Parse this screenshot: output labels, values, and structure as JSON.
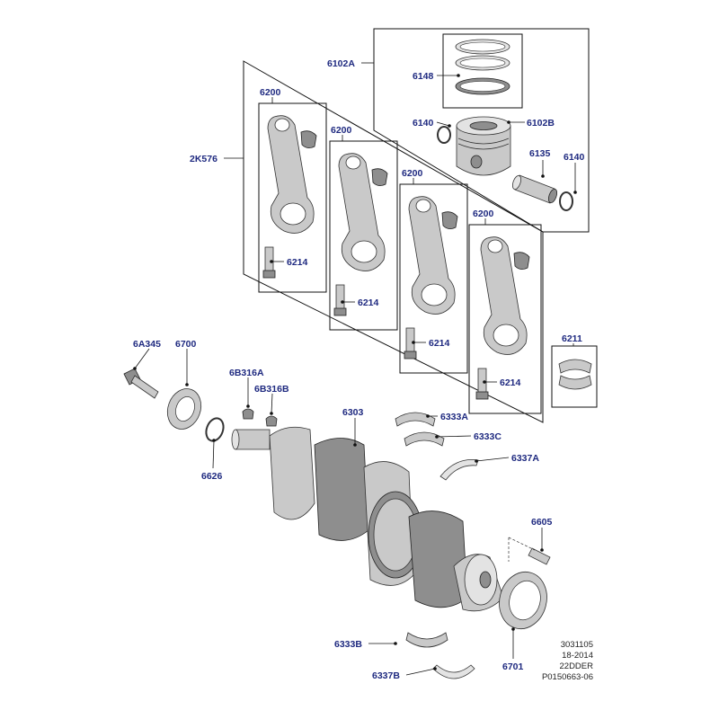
{
  "labels": {
    "l6102A": "6102A",
    "l6148": "6148",
    "l6140a": "6140",
    "l6102B": "6102B",
    "l6135": "6135",
    "l6140b": "6140",
    "l2K576": "2K576",
    "l6200a": "6200",
    "l6200b": "6200",
    "l6200c": "6200",
    "l6200d": "6200",
    "l6214a": "6214",
    "l6214b": "6214",
    "l6214c": "6214",
    "l6214d": "6214",
    "l6211": "6211",
    "l6A345": "6A345",
    "l6700": "6700",
    "l6B316A": "6B316A",
    "l6B316B": "6B316B",
    "l6303": "6303",
    "l6333A": "6333A",
    "l6333C": "6333C",
    "l6337A": "6337A",
    "l6626": "6626",
    "l6605": "6605",
    "l6333B": "6333B",
    "l6337B": "6337B",
    "l6701": "6701"
  },
  "footer": {
    "line1": "3031105",
    "line2": "18-2014",
    "line3": "22DDER",
    "line4": "P0150663-06"
  },
  "colors": {
    "label": "#1f2a80",
    "frame": "#111111",
    "part": "#c9c9c9"
  }
}
